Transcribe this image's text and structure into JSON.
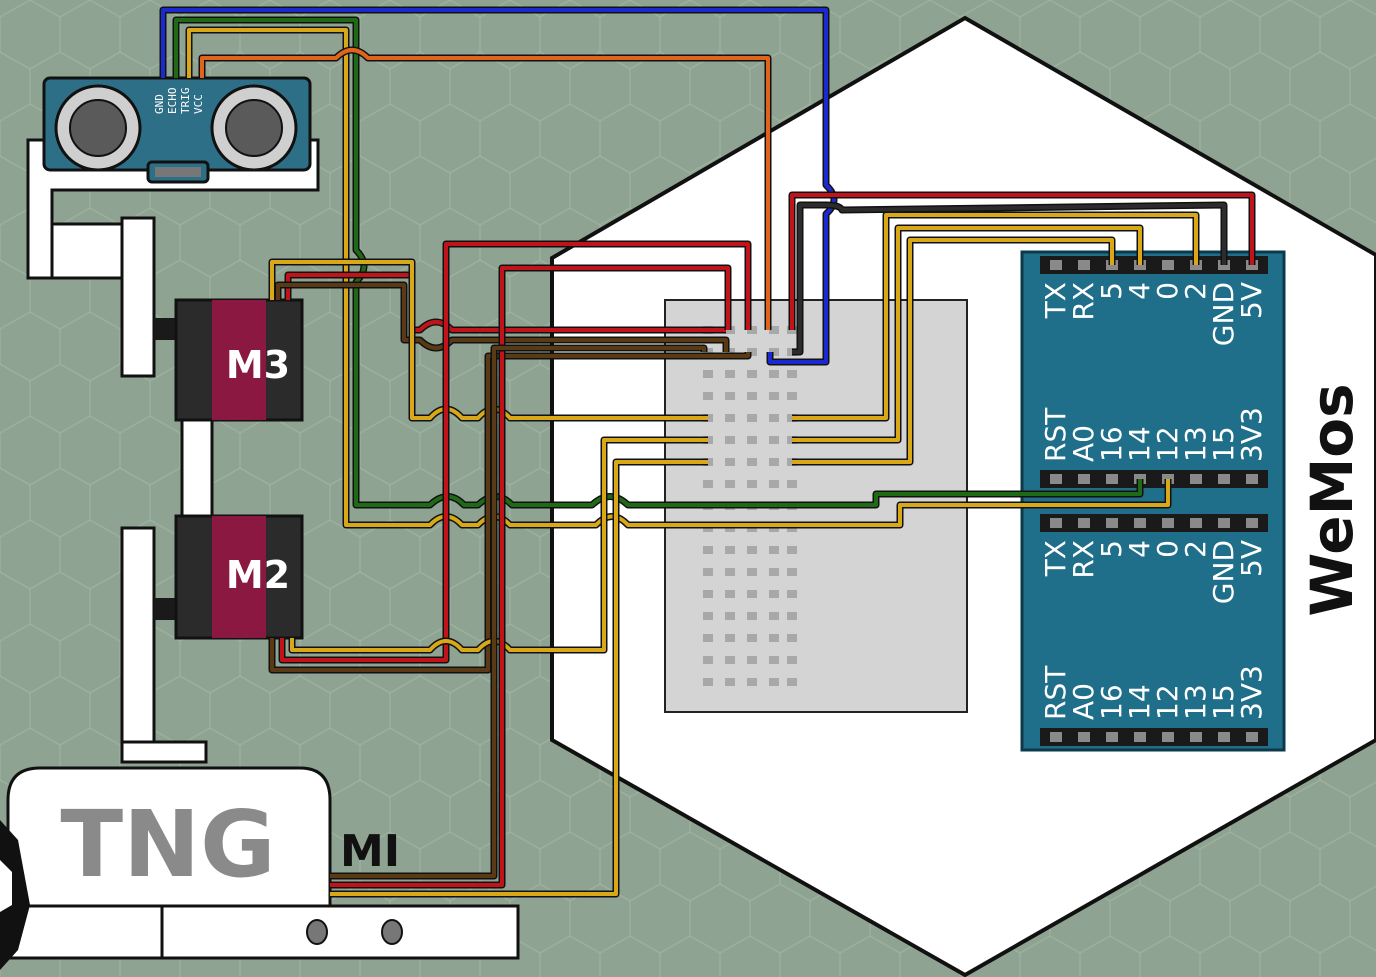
{
  "diagram": {
    "board_name": "WeMos",
    "board": {
      "top_pins_row1": [
        "TX",
        "RX",
        "5",
        "4",
        "0",
        "2",
        "GND",
        "5V"
      ],
      "top_pins_row2": [
        "RST",
        "A0",
        "16",
        "14",
        "12",
        "13",
        "15",
        "3V3"
      ],
      "bottom_pins_row1": [
        "TX",
        "RX",
        "5",
        "4",
        "0",
        "2",
        "GND",
        "5V"
      ],
      "bottom_pins_row2": [
        "RST",
        "A0",
        "16",
        "14",
        "12",
        "13",
        "15",
        "3V3"
      ]
    },
    "sensor": {
      "pins": [
        "GND",
        "ECHO",
        "TRIG",
        "VCC"
      ]
    },
    "servos": {
      "m3": "M3",
      "m2": "M2",
      "m1": "MI"
    },
    "base_logo": "TNG"
  },
  "colors": {
    "background": "#8fa392",
    "board": "#1f6f8b",
    "wire_red": "#c0141a",
    "wire_black": "#2c2c2c",
    "wire_yellow": "#d8a818",
    "wire_orange": "#e0641a",
    "wire_blue": "#1a2ad0",
    "wire_green": "#1f6a14",
    "wire_brown": "#5a3a14",
    "servo": "#8a1840"
  }
}
